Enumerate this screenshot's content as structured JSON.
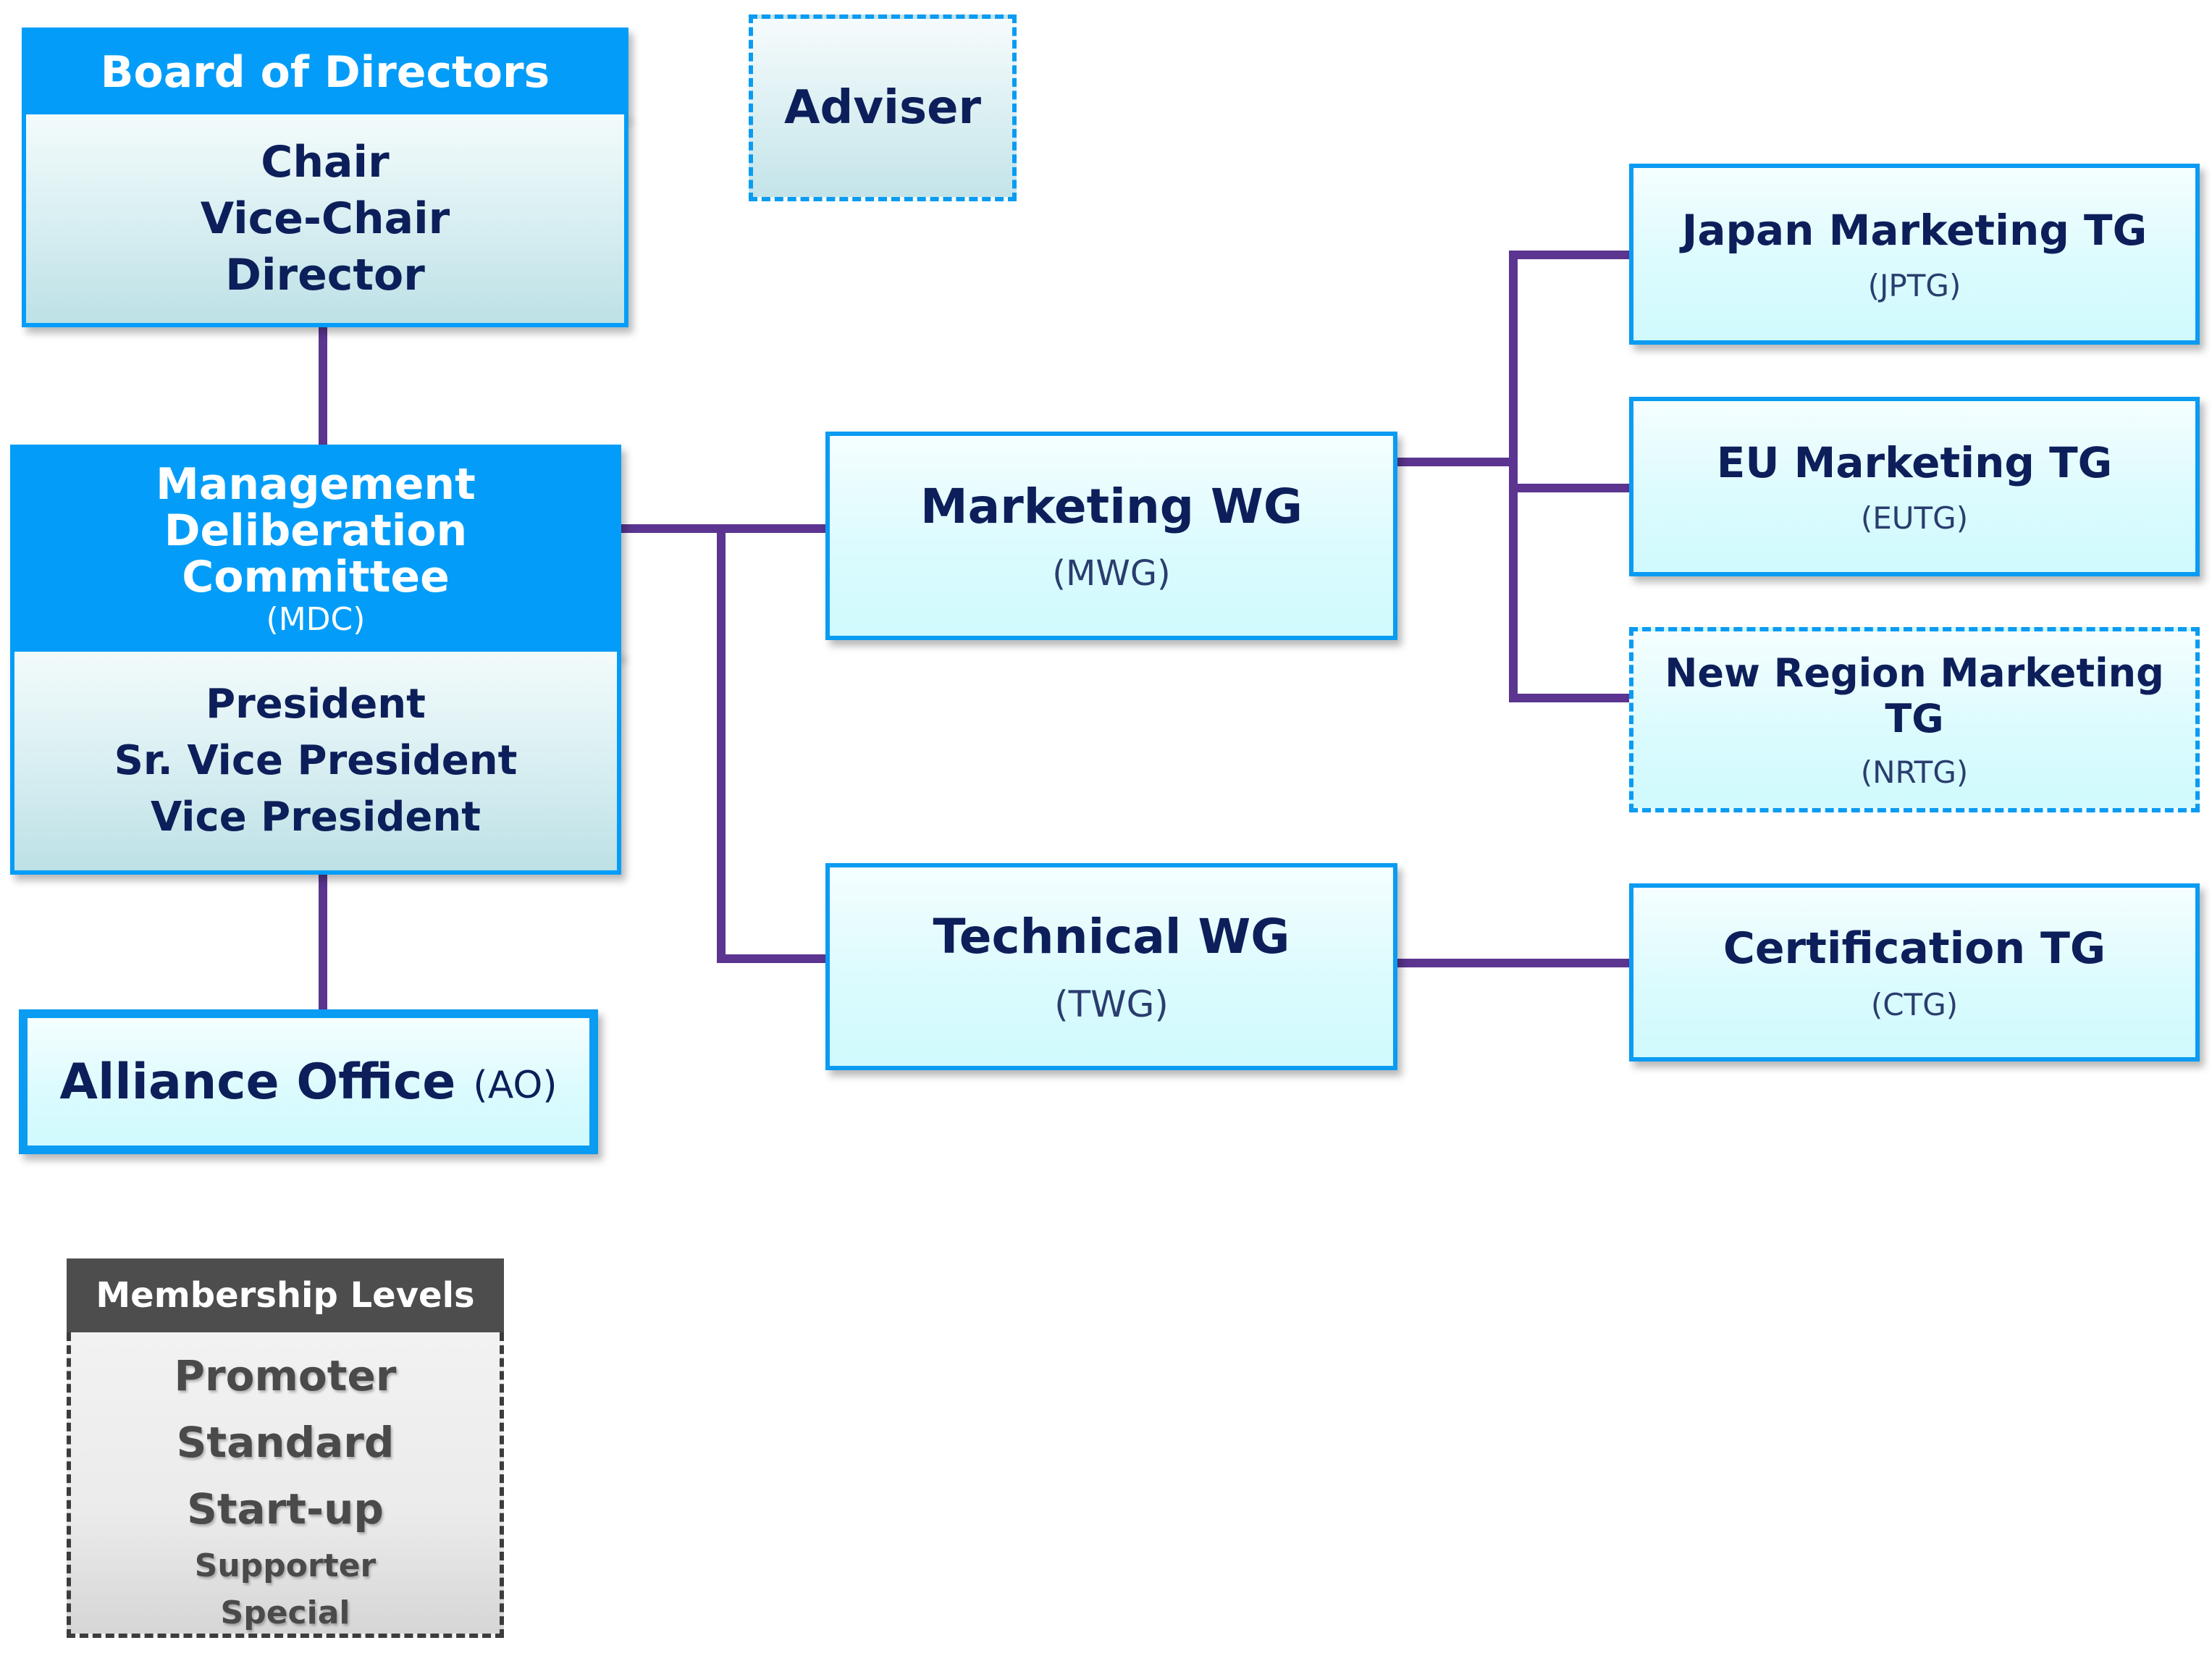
{
  "board": {
    "header": "Board of Directors",
    "roles": [
      "Chair",
      "Vice-Chair",
      "Director"
    ]
  },
  "adviser": {
    "label": "Adviser"
  },
  "mdc": {
    "title": [
      "Management",
      "Deliberation",
      "Committee"
    ],
    "abbr": "(MDC)",
    "roles": [
      "President",
      "Sr. Vice President",
      "Vice President"
    ]
  },
  "alliance_office": {
    "label": "Alliance Office",
    "abbr": "(AO)"
  },
  "marketing_wg": {
    "label": "Marketing WG",
    "abbr": "(MWG)"
  },
  "technical_wg": {
    "label": "Technical WG",
    "abbr": "(TWG)"
  },
  "task_groups": {
    "japan": {
      "label": "Japan Marketing TG",
      "abbr": "(JPTG)"
    },
    "eu": {
      "label": "EU Marketing TG",
      "abbr": "(EUTG)"
    },
    "new_region": {
      "label": "New Region Marketing TG",
      "abbr": "(NRTG)"
    },
    "certification": {
      "label": "Certification TG",
      "abbr": "(CTG)"
    }
  },
  "membership": {
    "header": "Membership Levels",
    "levels": [
      "Promoter",
      "Standard",
      "Start-up",
      "Supporter",
      "Special"
    ]
  },
  "colors": {
    "accent_blue": "#039df9",
    "connector_purple": "#5b3590",
    "text_navy": "#0d1f5a",
    "membership_gray": "#4d4d4d"
  }
}
